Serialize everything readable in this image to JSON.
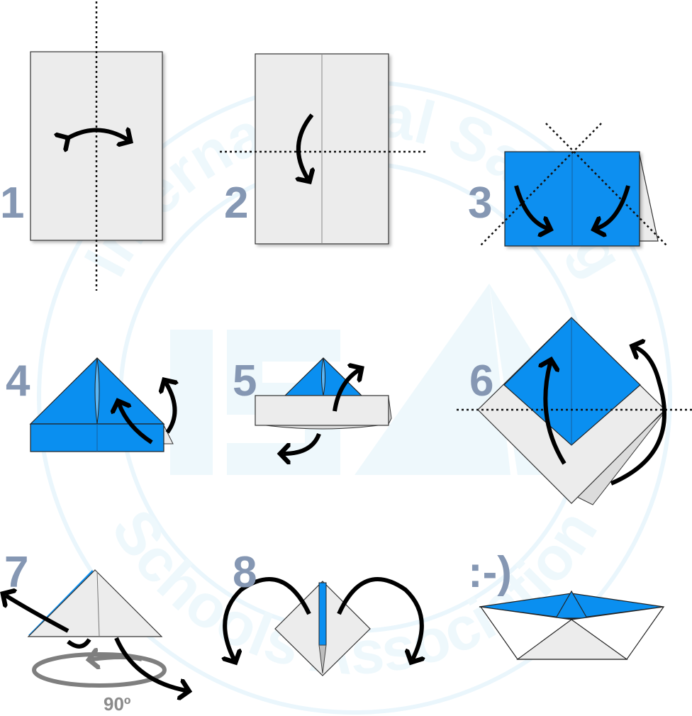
{
  "watermark": {
    "logo_text": "ISSA",
    "ring_text_top": "International Sailing",
    "ring_text_bottom": "Schools Association"
  },
  "steps": [
    {
      "label": "1"
    },
    {
      "label": "2"
    },
    {
      "label": "3"
    },
    {
      "label": "4"
    },
    {
      "label": "5"
    },
    {
      "label": "6"
    },
    {
      "label": "7"
    },
    {
      "label": "8"
    },
    {
      "label": ":-)"
    }
  ],
  "rotation_label": "90º",
  "colors": {
    "paper": "#ececec",
    "blue": "#0a8ff0",
    "step_number": "#8597b3",
    "arrow": "#000000",
    "rotation_ring": "#7f7f7f",
    "watermark": "#e6f4fb"
  }
}
